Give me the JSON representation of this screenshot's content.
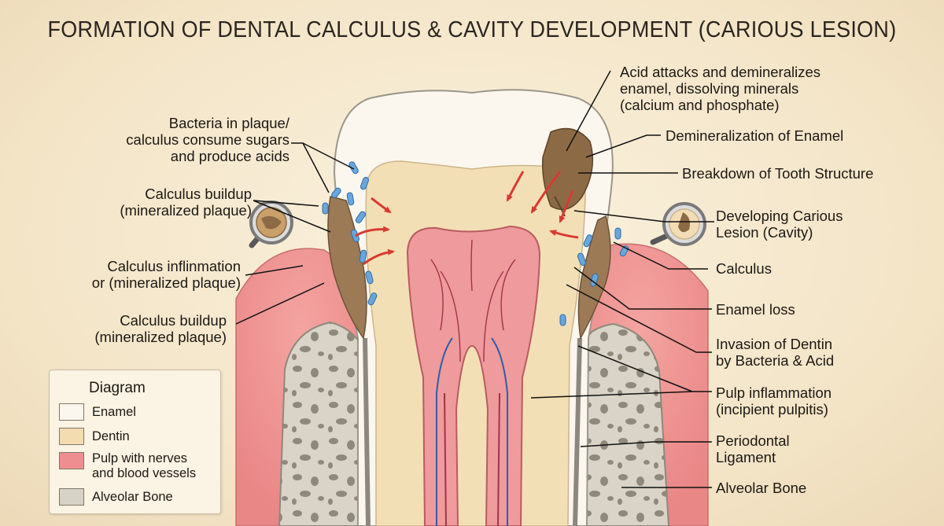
{
  "title": "FORMATION OF DENTAL CALCULUS & CAVITY DEVELOPMENT (CARIOUS LESION)",
  "colors": {
    "enamel": "#fbf7ef",
    "dentin": "#f3dfb5",
    "pulp": "#ef9a9c",
    "bone": "#d8d3c6",
    "gum": "#ee8f8f",
    "calculus": "#9c7a55",
    "bacteria": "#6aa6dc",
    "acid_arrow": "#d83a32"
  },
  "labels_left": [
    {
      "text": "Bacteria in plaque/\ncalculus consume sugars\nand produce acids"
    },
    {
      "text": "Calculus buildup\n(mineralized plaque)"
    },
    {
      "text": "Calculus inflinmation\nor (mineralized plaque)"
    },
    {
      "text": "Calculus buildup\n(mineralized plaque)"
    }
  ],
  "labels_right": [
    {
      "text": "Acid attacks and demineralizes\nenamel, dissolving minerals\n(calcium and phosphate)"
    },
    {
      "text": "Demineralization of Enamel"
    },
    {
      "text": "Breakdown of Tooth Structure"
    },
    {
      "text": "Developing Carious\nLesion (Cavity)"
    },
    {
      "text": "Calculus"
    },
    {
      "text": "Enamel loss"
    },
    {
      "text": "Invasion of Dentin\nby Bacteria & Acid"
    },
    {
      "text": "Pulp inflammation\n(incipient pulpitis)"
    },
    {
      "text": "Periodontal\nLigament"
    },
    {
      "text": "Alveolar Bone"
    }
  ],
  "legend": {
    "title": "Diagram",
    "items": [
      {
        "label": "Enamel",
        "color": "#fbf7ef"
      },
      {
        "label": "Dentin",
        "color": "#f3dcb0"
      },
      {
        "label": "Pulp with nerves\nand blood vessels",
        "color": "#ee8e90"
      },
      {
        "label": "Alveolar Bone",
        "color": "#d6d2c6"
      }
    ]
  },
  "icons": {
    "magnifier_left": "magnifier-icon",
    "magnifier_right": "magnifier-icon"
  }
}
